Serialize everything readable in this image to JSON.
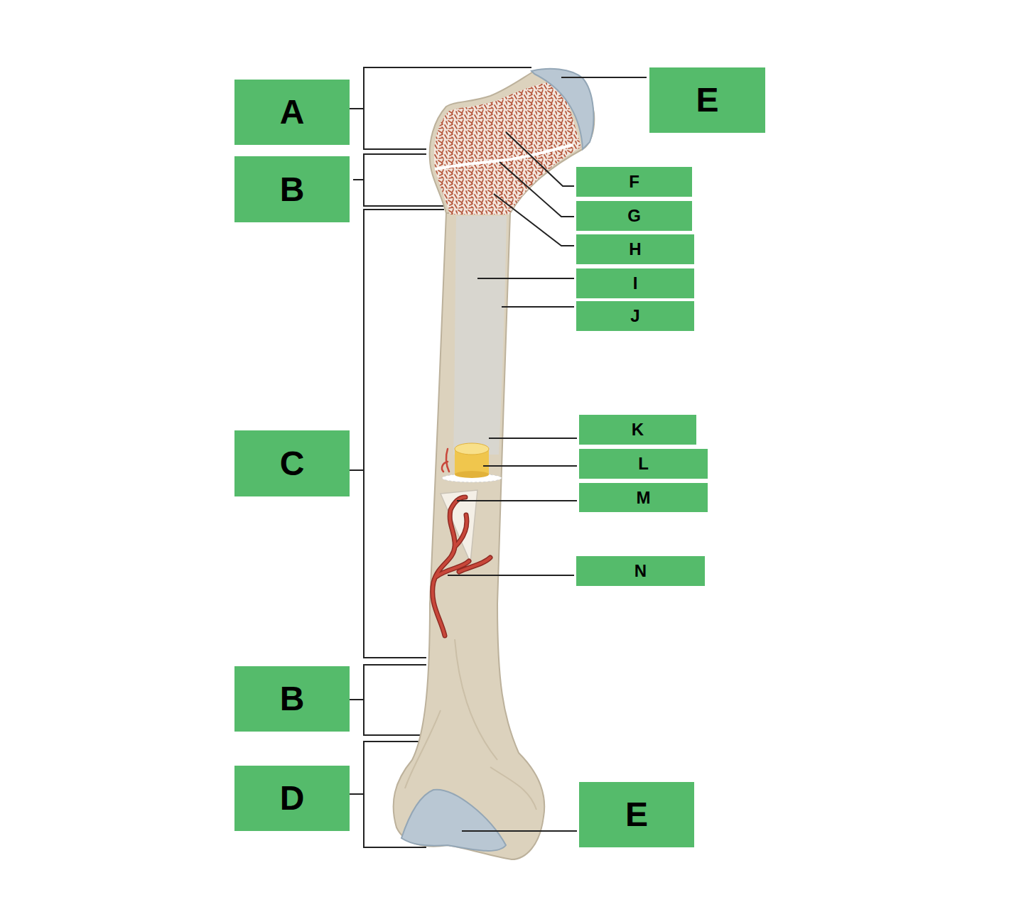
{
  "diagram": {
    "nodes": [
      {
        "text": [
          "A"
        ]
      },
      {
        "text": [
          "E"
        ]
      },
      {
        "text": [
          "B"
        ]
      },
      {
        "text": [
          "F"
        ]
      },
      {
        "text": [
          "G"
        ]
      },
      {
        "text": [
          "H"
        ]
      },
      {
        "text": [
          "I"
        ]
      },
      {
        "text": [
          "J"
        ]
      },
      {
        "text": [
          "C"
        ]
      },
      {
        "text": [
          "K"
        ]
      },
      {
        "text": [
          "L"
        ]
      },
      {
        "text": [
          "M"
        ]
      },
      {
        "text": [
          "N"
        ]
      },
      {
        "text": [
          "B"
        ]
      },
      {
        "text": [
          "D"
        ]
      },
      {
        "text": [
          "E"
        ]
      }
    ]
  }
}
